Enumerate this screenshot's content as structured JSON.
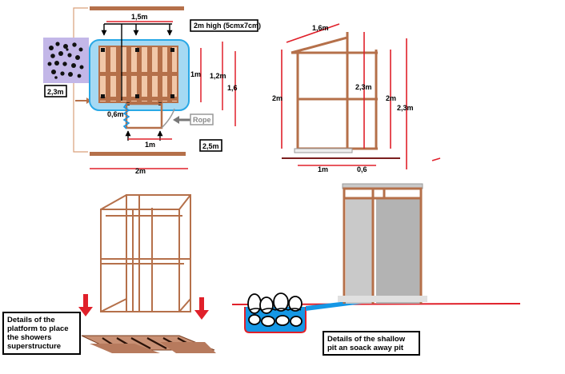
{
  "plan_view": {
    "top_width": "1,5m",
    "post_height_note": "2m high (5cmx7cm)",
    "left_box": "2,3m",
    "depth_a": "1m",
    "depth_b": "1,2m",
    "depth_c": "1,6",
    "pipe_length": "0,6m",
    "rope": "Rope",
    "bottom_width": "1m",
    "right_box": "2,5m",
    "overall_width": "2m"
  },
  "side_view": {
    "roof_length": "1,6m",
    "left_height": "2m",
    "inner_height": "2,3m",
    "right_height_a": "2m",
    "right_height_b": "2,3m",
    "base_length": "1m",
    "base_extension": "0,6"
  },
  "captions": {
    "platform": "Details of the platform to place the showers superstructure",
    "soakaway": "Details of the shallow pit an soack away pit"
  },
  "colors": {
    "timber": "#b5704a",
    "dimension_red": "#e0202a",
    "water_blue": "#1597e5",
    "basin_blue": "#a5d9f3",
    "gravel_purple": "#c3b7e8",
    "panel_grey": "#c9c9c9"
  }
}
